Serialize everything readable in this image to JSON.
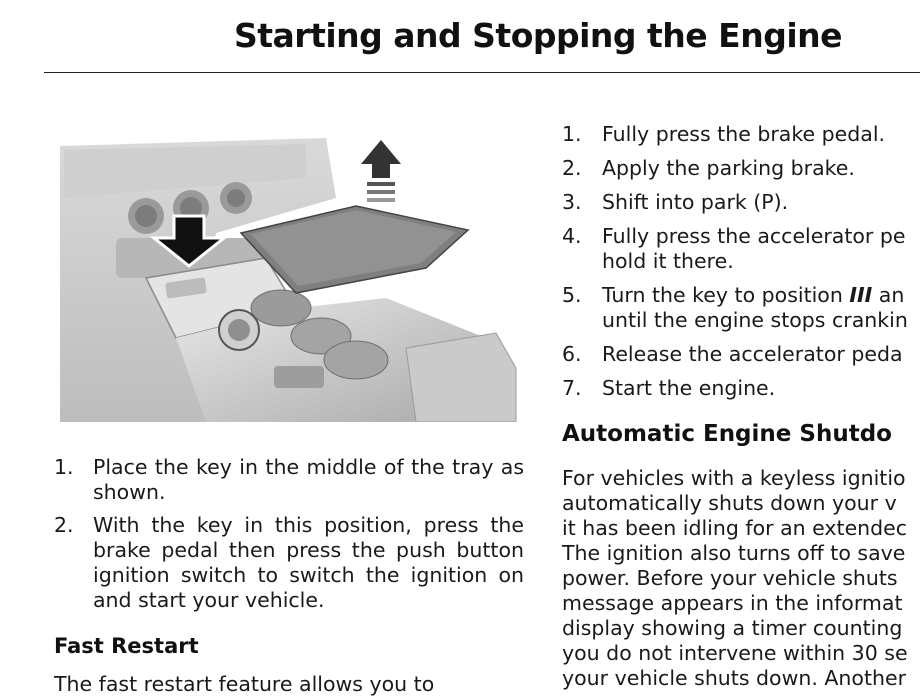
{
  "page_title": "Starting and Stopping the Engine",
  "figure": {
    "icon": "center-console-key-tray-illustration"
  },
  "left_steps": [
    {
      "num": "1.",
      "text": "Place the key in the middle of the tray as shown."
    },
    {
      "num": "2.",
      "text": "With the key in this position, press the brake pedal then press the push button ignition switch to switch the ignition on and start your vehicle."
    }
  ],
  "fast_restart_heading": "Fast Restart",
  "fast_restart_partial": "The fast restart feature allows you to",
  "right_steps": [
    {
      "num": "1.",
      "text": "Fully press the brake pedal."
    },
    {
      "num": "2.",
      "text": "Apply the parking brake."
    },
    {
      "num": "3.",
      "text": "Shift into park (P)."
    },
    {
      "num": "4.",
      "line1": "Fully press the accelerator pe",
      "line2": "hold it there."
    },
    {
      "num": "5.",
      "line1_before": "Turn the key to position ",
      "line1_em": "III",
      "line1_after": " an",
      "line2": "until the engine stops crankin"
    },
    {
      "num": "6.",
      "text": "Release the accelerator peda"
    },
    {
      "num": "7.",
      "text": "Start the engine."
    }
  ],
  "auto_shutdown_heading": "Automatic Engine Shutdo",
  "auto_shutdown_lines": [
    "For vehicles with a keyless ignitio",
    "automatically shuts down your v",
    "it has been idling for an extendec",
    "The ignition also turns off to save",
    "power.  Before your vehicle shuts",
    "message appears in the informat",
    "display showing a timer counting",
    "you do not intervene within 30 se",
    "your vehicle shuts down. Another"
  ]
}
